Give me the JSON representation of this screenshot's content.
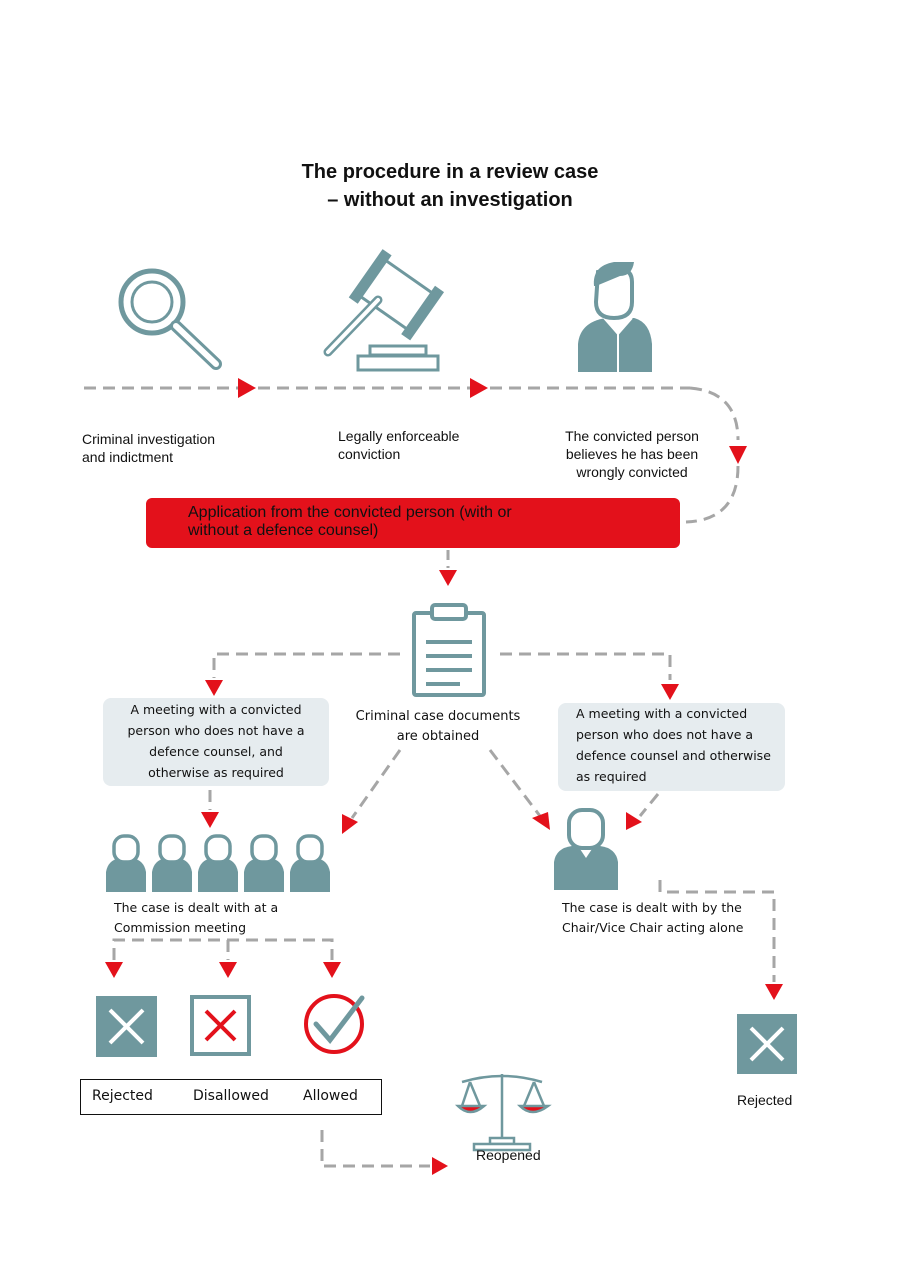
{
  "title": {
    "line1": "The procedure in a review case",
    "line2": "– without an investigation"
  },
  "colors": {
    "accent_red": "#e3111b",
    "icon_teal": "#6f989e",
    "panel_bg": "#e6ecef",
    "dash_gray": "#a6a6a6"
  },
  "steps": [
    {
      "icon": "magnifier-icon",
      "label_lines": [
        "Criminal investigation",
        "and indictment"
      ]
    },
    {
      "icon": "gavel-icon",
      "label_lines": [
        "Legally enforceable",
        "conviction"
      ]
    },
    {
      "icon": "person-icon",
      "label_lines": [
        "The convicted person",
        "believes he has been",
        "wrongly convicted"
      ]
    }
  ],
  "application": {
    "line1": "Application from the convicted person (with or",
    "line2": "without a defence counsel)"
  },
  "documents": {
    "icon": "clipboard-icon",
    "line1": "Criminal case documents",
    "line2": "are obtained"
  },
  "left_panel_lines": [
    "A meeting with a convicted",
    "person who does not have a",
    "defence counsel, and",
    "otherwise as required"
  ],
  "right_panel_lines": [
    "A meeting with a convicted",
    "person who does not have a",
    "defence counsel and otherwise",
    "as required"
  ],
  "commission": {
    "icon": "group-of-people-icon",
    "line1": "The case is dealt with at a",
    "line2": "Commission meeting"
  },
  "chair": {
    "icon": "person-icon",
    "line1": "The case is dealt with by the",
    "line2": "Chair/Vice Chair acting alone"
  },
  "outcomes": {
    "rejected": "Rejected",
    "disallowed": "Disallowed",
    "allowed": "Allowed"
  },
  "reopened": {
    "icon": "scales-of-justice-icon",
    "label": "Reopened"
  },
  "chair_outcome": {
    "icon": "x-box-icon",
    "label": "Rejected"
  }
}
